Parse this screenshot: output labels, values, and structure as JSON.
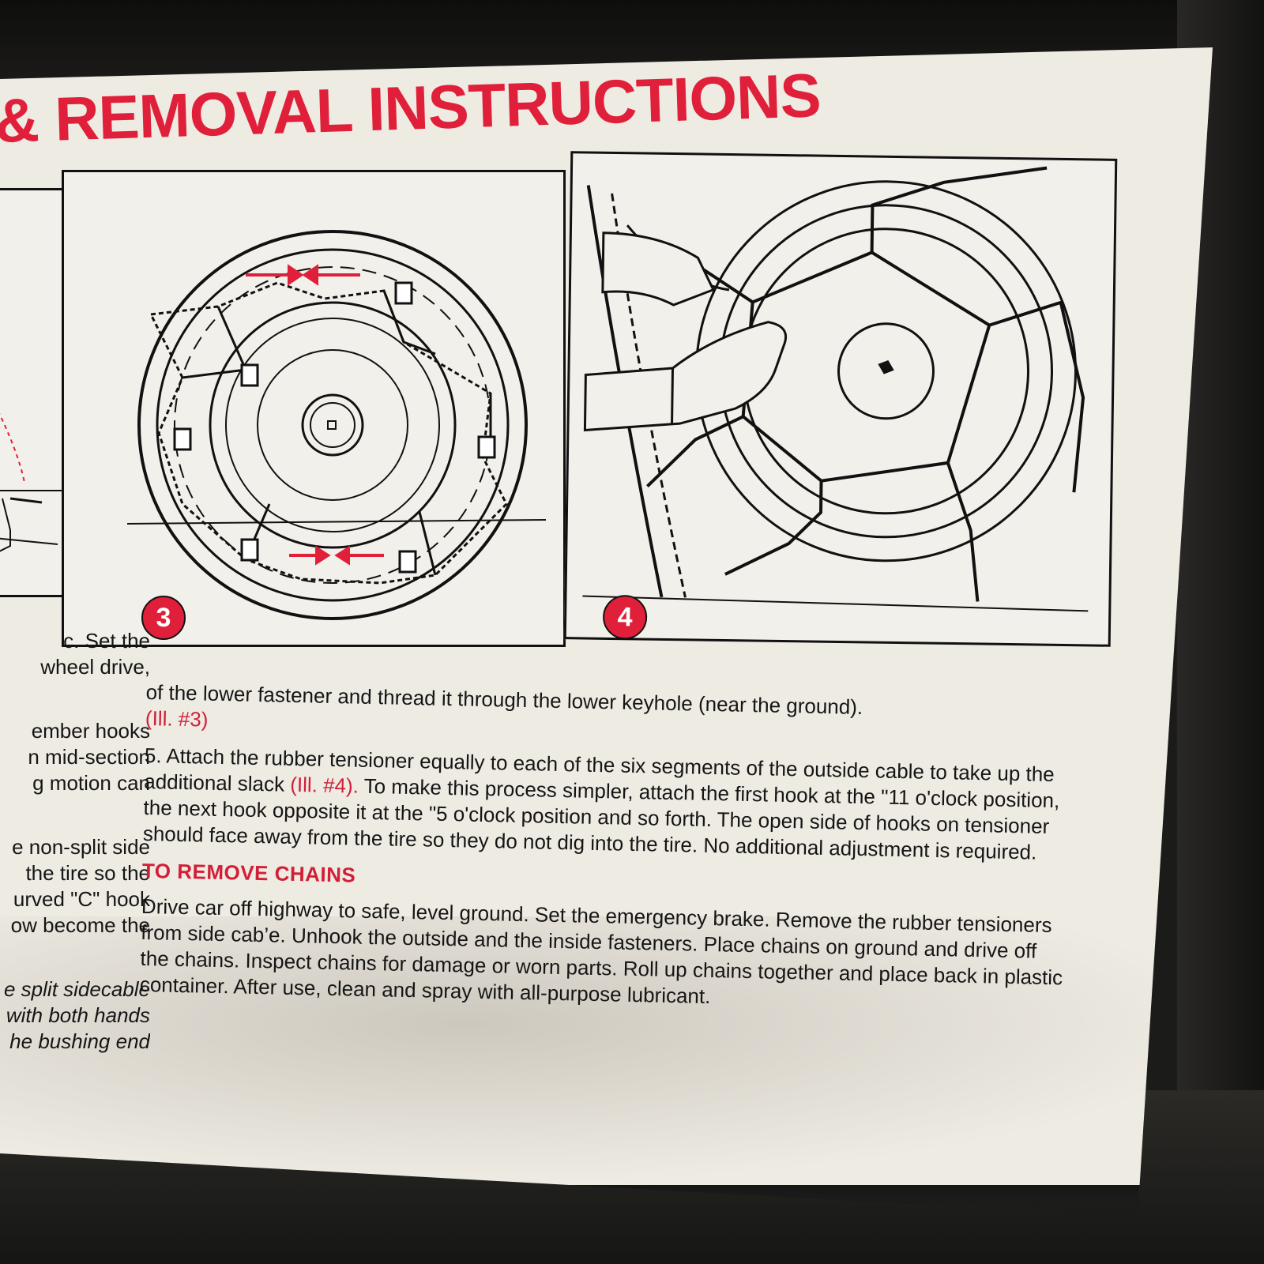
{
  "heading": "& REMOVAL INSTRUCTIONS",
  "illustrations": [
    {
      "number": "3"
    },
    {
      "number": "4"
    }
  ],
  "left_fragments": {
    "group1": [
      "c.  Set the",
      "wheel drive,"
    ],
    "group2": [
      "ember hooks",
      "n mid-section",
      "g motion can"
    ],
    "group3": [
      "e non-split side",
      "the tire so the",
      "urved \"C\" hook",
      "ow become the"
    ],
    "group4": [
      "e split sidecable",
      "with both hands",
      "he bushing end"
    ]
  },
  "step4_tail": "of the lower fastener and thread it through the lower keyhole (near the ground).",
  "step4_ref": "(Ill. #3)",
  "step5": {
    "part1": "5.  Attach the rubber tensioner equally to each of the six segments of the outside cable to take up the additional slack ",
    "ref": "(Ill. #4).",
    "part2": "  To make this process simpler, attach the first hook at the \"11 o'clock position, the next hook opposite it at the \"5 o'clock position and so forth. The open side of hooks on tensioner should face away from the tire so they do not dig into the tire.  No additional adjustment is required."
  },
  "remove_heading": "TO REMOVE CHAINS",
  "remove_text": "Drive car off highway to safe, level ground.  Set the emergency brake.  Remove the rubber tensioners from side cab’e. Unhook the outside and the inside fasteners. Place chains on ground and drive off the chains. Inspect chains for damage or worn parts. Roll up chains together and place back in plastic container. After use, clean and spray with all-purpose lubricant.",
  "colors": {
    "accent_red": "#e0203a",
    "paper": "#eeebe3",
    "ink": "#151515"
  }
}
